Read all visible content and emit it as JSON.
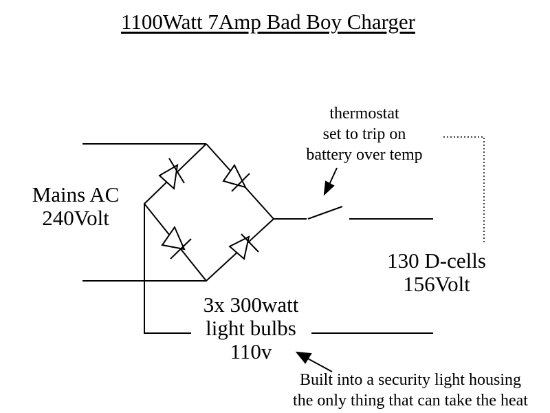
{
  "diagram": {
    "title": "1100Watt 7Amp Bad Boy Charger",
    "mains": [
      "Mains AC",
      "240Volt"
    ],
    "cells": [
      "130 D-cells",
      "156Volt"
    ],
    "bulbs": [
      "3x 300watt",
      "light bulbs",
      "110v"
    ],
    "thermostat": [
      "thermostat",
      "set to trip on",
      "battery over temp"
    ],
    "note": [
      "Built into a security light housing",
      "the only thing that can take the heat"
    ]
  }
}
